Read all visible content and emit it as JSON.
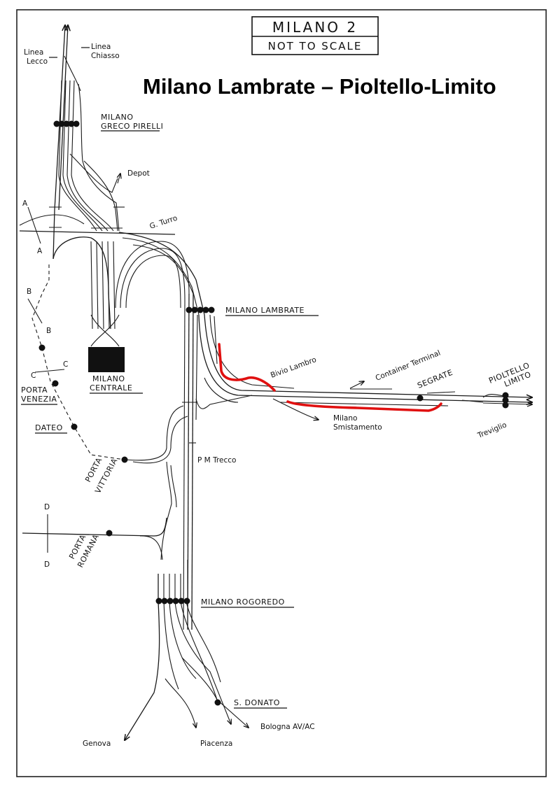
{
  "header": {
    "box_title": "MILANO 2",
    "box_subtitle": "NOT TO SCALE",
    "title": "Milano Lambrate – Pioltello-Limito"
  },
  "labels": {
    "linea_lecco_1": "Linea",
    "linea_lecco_2": "Lecco",
    "linea_chiasso_1": "Linea",
    "linea_chiasso_2": "Chiasso",
    "greco_1": "MILANO",
    "greco_2": "GRECO PIRELLI",
    "depot": "Depot",
    "g_turro": "G. Turro",
    "marker_a_top": "A",
    "marker_a_bottom": "A",
    "marker_b_top": "B",
    "marker_b_bottom": "B",
    "marker_c_left": "C",
    "marker_c_right": "C",
    "marker_d_top": "D",
    "marker_d_bottom": "D",
    "lambrate": "MILANO LAMBRATE",
    "centrale_1": "MILANO",
    "centrale_2": "CENTRALE",
    "bivio_lambro": "Bivio Lambro",
    "container_terminal": "Container Terminal",
    "segrate": "SEGRATE",
    "pioltello_1": "PIOLTELLO",
    "pioltello_2": "LIMITO",
    "treviglio": "Treviglio",
    "smistamento_1": "Milano",
    "smistamento_2": "Smistamento",
    "porta_venezia_1": "PORTA",
    "porta_venezia_2": "VENEZIA",
    "dateo": "DATEO",
    "porta_vittoria_1": "PORTA",
    "porta_vittoria_2": "VITTORIA",
    "pm_trecco": "P M Trecco",
    "porta_romana_1": "PORTA",
    "porta_romana_2": "ROMANA",
    "rogoredo": "MILANO ROGOREDO",
    "s_donato": "S. DONATO",
    "bologna": "Bologna AV/AC",
    "genova": "Genova",
    "piacenza": "Piacenza"
  },
  "colors": {
    "track": "#1a1a1a",
    "highlight": "#e01010",
    "border": "#222222"
  }
}
